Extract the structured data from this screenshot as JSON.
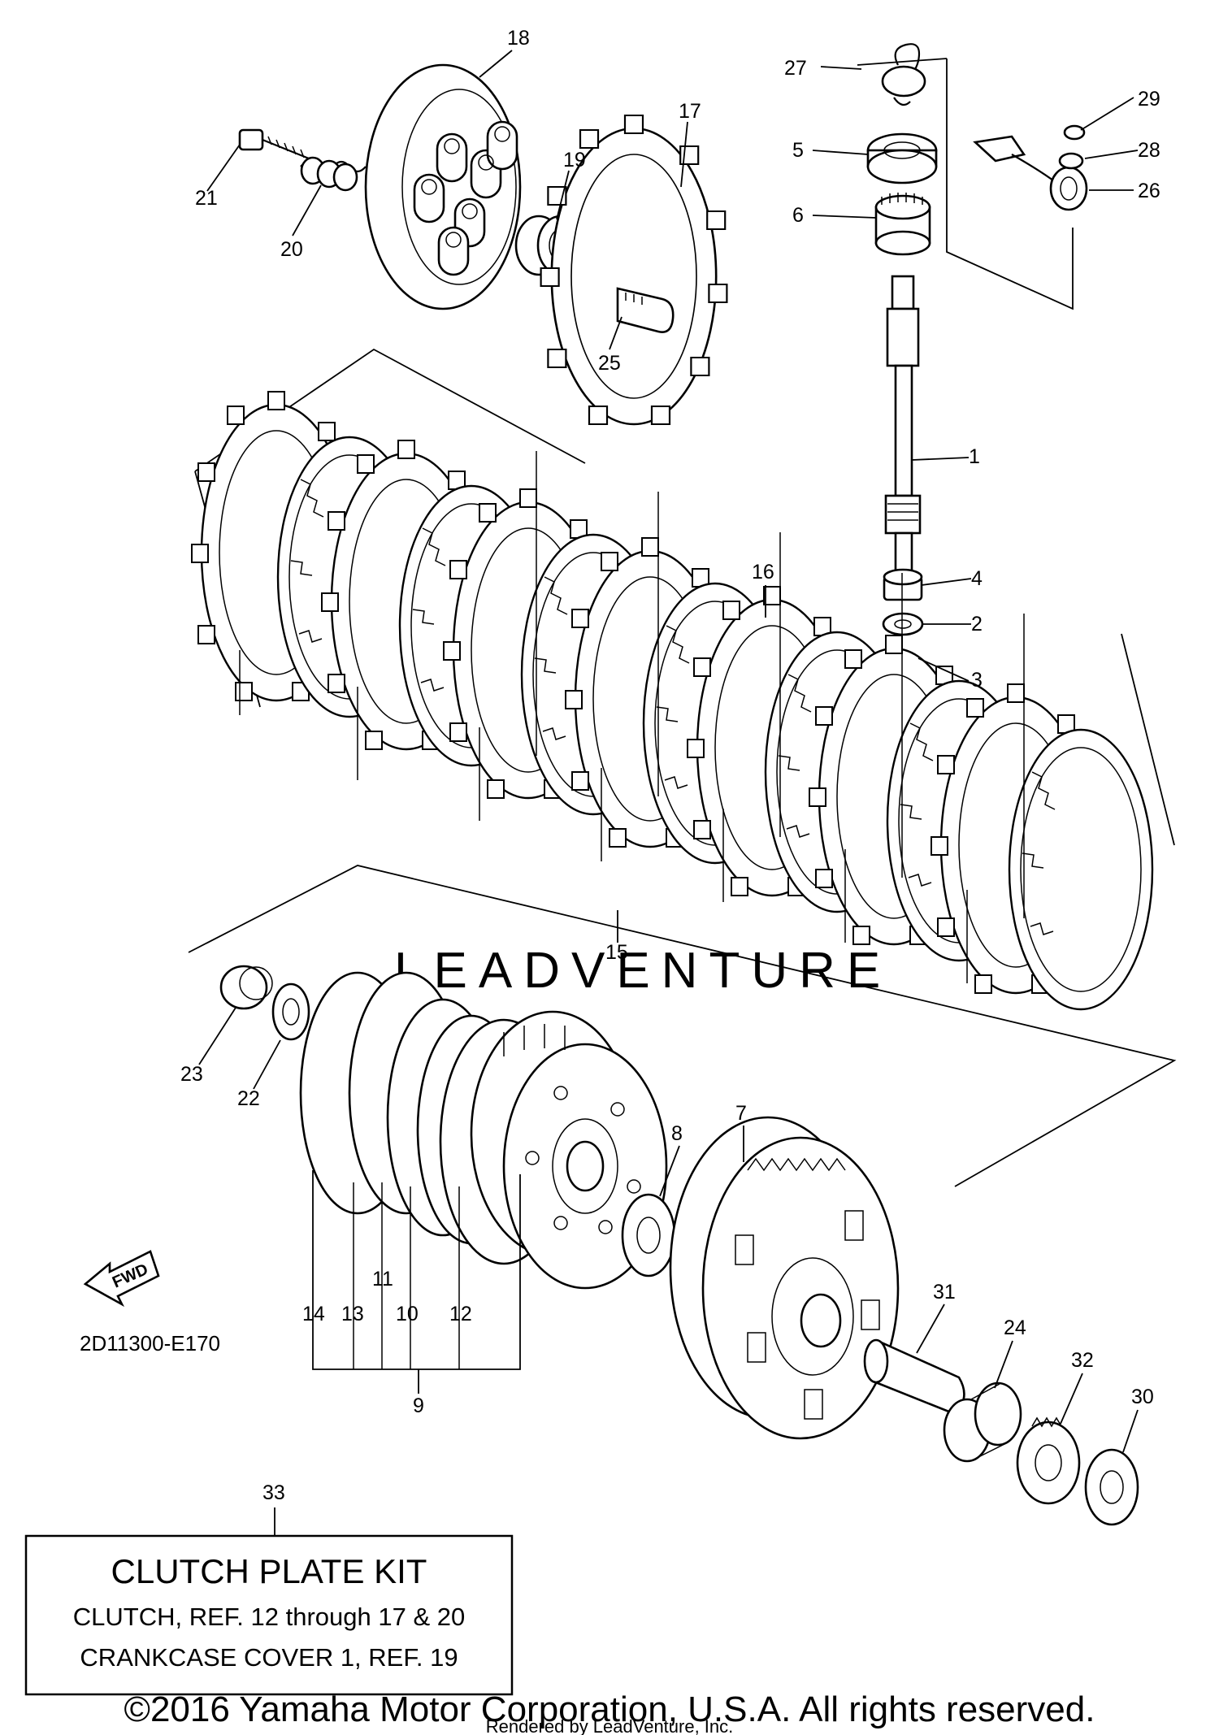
{
  "diagram": {
    "watermark": "LEADVENTURE",
    "diagram_code": "2D11300-E170",
    "fwd_label": "FWD",
    "refs": {
      "r1": "1",
      "r2": "2",
      "r3": "3",
      "r4": "4",
      "r5": "5",
      "r6": "6",
      "r7": "7",
      "r8": "8",
      "r9": "9",
      "r10": "10",
      "r11": "11",
      "r12": "12",
      "r13": "13",
      "r14": "14",
      "r15": "15",
      "r16": "16",
      "r17": "17",
      "r18": "18",
      "r19": "19",
      "r20": "20",
      "r21": "21",
      "r22": "22",
      "r23": "23",
      "r24": "24",
      "r25": "25",
      "r26": "26",
      "r27": "27",
      "r28": "28",
      "r29": "29",
      "r30": "30",
      "r31": "31",
      "r32": "32",
      "r33": "33"
    }
  },
  "kit_box": {
    "title": "CLUTCH PLATE KIT",
    "line1": "CLUTCH, REF. 12 through 17 & 20",
    "line2": "CRANKCASE COVER 1, REF. 19"
  },
  "footer": {
    "copyright": "©2016 Yamaha Motor Corporation, U.S.A. All rights reserved.",
    "rendered_by": "Rendered by LeadVenture, Inc."
  }
}
